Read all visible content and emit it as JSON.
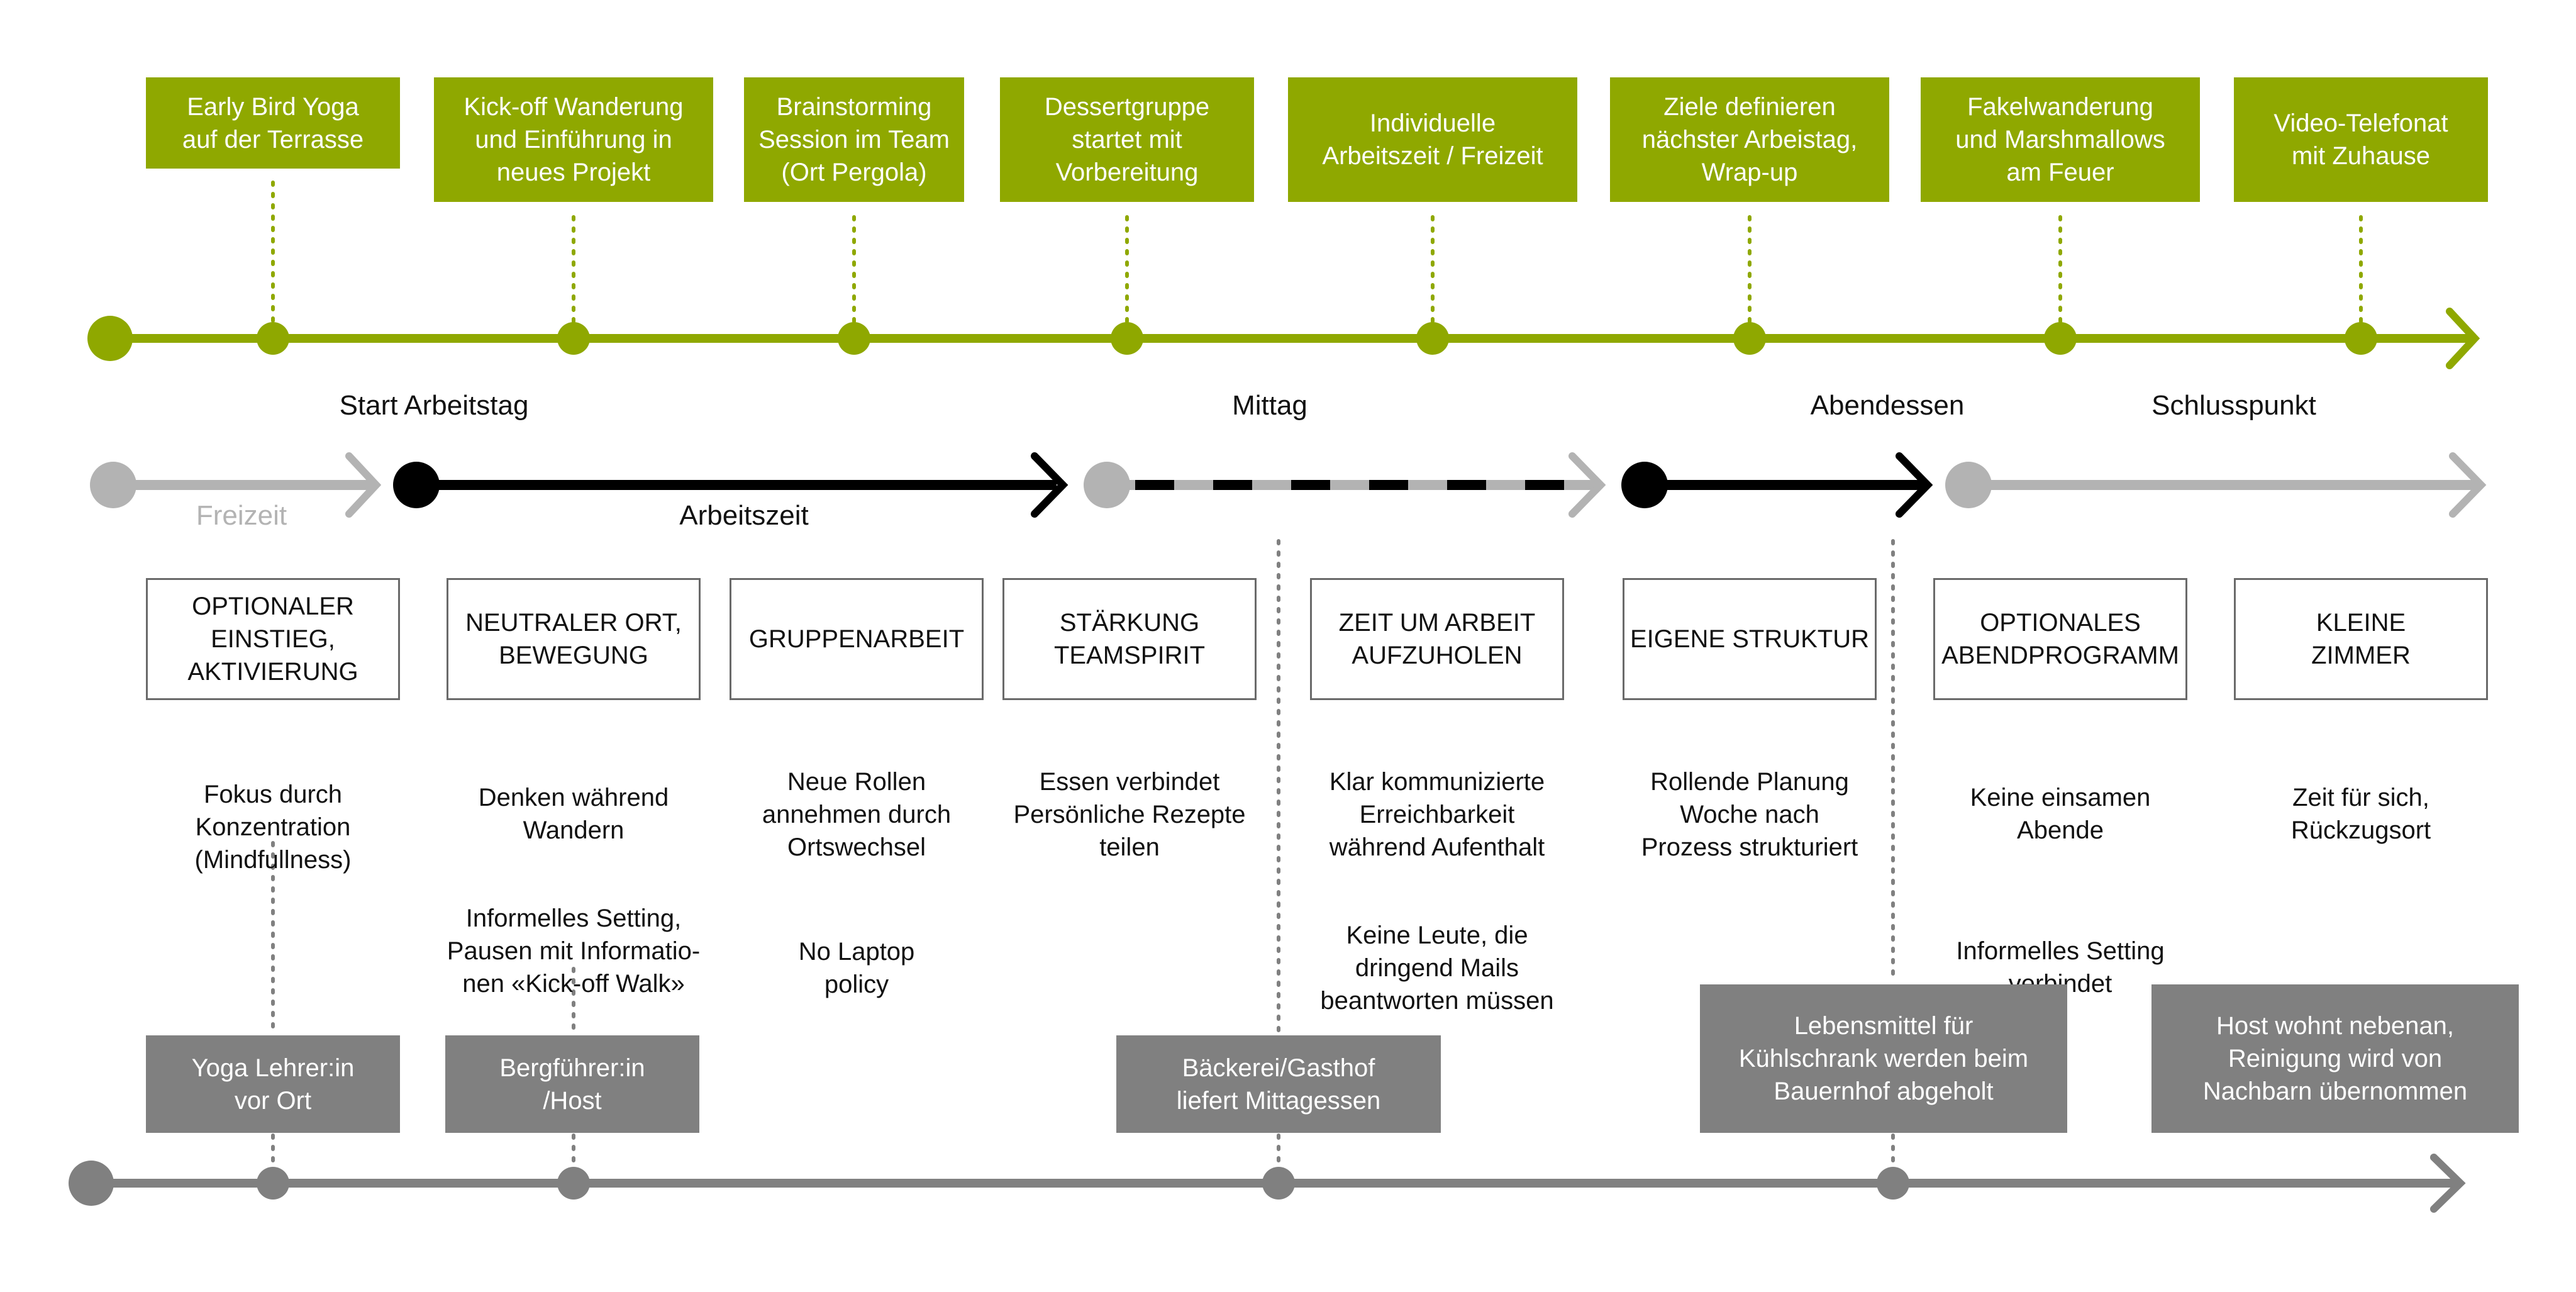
{
  "colors": {
    "green": "#8fa800",
    "black": "#000000",
    "light_gray": "#b3b3b3",
    "dark_gray": "#808080"
  },
  "activities": [
    {
      "text": "Early Bird Yoga\nauf der Terrasse"
    },
    {
      "text": "Kick-off Wanderung\nund Einführung in\nneues Projekt"
    },
    {
      "text": "Brainstorming\nSession im Team\n(Ort Pergola)"
    },
    {
      "text": "Dessertgruppe\nstartet mit\nVorbereitung"
    },
    {
      "text": "Individuelle\nArbeitszeit / Freizeit"
    },
    {
      "text": "Ziele definieren\nnächster Arbeistag,\nWrap-up"
    },
    {
      "text": "Fakelwanderung\nund Marshmallows\nam Feuer"
    },
    {
      "text": "Video-Telefonat\nmit Zuhause"
    }
  ],
  "milestones": [
    {
      "label": "Start Arbeitstag"
    },
    {
      "label": "Mittag"
    },
    {
      "label": "Abendessen"
    },
    {
      "label": "Schlusspunkt"
    }
  ],
  "phases": [
    {
      "label": "Freizeit",
      "style": "light_gray"
    },
    {
      "label": "Arbeitszeit",
      "style": "black"
    },
    {
      "label": "",
      "style": "dashed"
    },
    {
      "label": "",
      "style": "black"
    },
    {
      "label": "",
      "style": "light_gray"
    }
  ],
  "principles": [
    {
      "title": "OPTIONALER\nEINSTIEG,\nAKTIVIERUNG",
      "notes": [
        "Fokus durch\nKonzentration\n(Mindfullness)"
      ]
    },
    {
      "title": "NEUTRALER ORT,\nBEWEGUNG",
      "notes": [
        "Denken während\nWandern",
        "Informelles Setting,\nPausen mit Informatio-\nnen «Kick-off Walk»"
      ]
    },
    {
      "title": "GRUPPENARBEIT",
      "notes": [
        "Neue Rollen\nannehmen durch\nOrtswechsel",
        "No Laptop\npolicy"
      ]
    },
    {
      "title": "STÄRKUNG\nTEAMSPIRIT",
      "notes": [
        "Essen verbindet\nPersönliche Rezepte\nteilen"
      ]
    },
    {
      "title": "ZEIT UM ARBEIT\nAUFZUHOLEN",
      "notes": [
        "Klar kommunizierte\nErreichbarkeit\nwährend Aufenthalt",
        "Keine Leute, die\ndringend Mails\nbeantworten müssen"
      ]
    },
    {
      "title": "EIGENE STRUKTUR",
      "notes": [
        "Rollende Planung\nWoche nach\nProzess strukturiert"
      ]
    },
    {
      "title": "OPTIONALES\nABENDPROGRAMM",
      "notes": [
        "Keine einsamen\nAbende",
        "Informelles Setting\nverbindet"
      ]
    },
    {
      "title": "KLEINE\nZIMMER",
      "notes": [
        "Zeit für sich,\nRückzugsort"
      ]
    }
  ],
  "services": [
    {
      "text": "Yoga Lehrer:in\nvor Ort"
    },
    {
      "text": "Bergführer:in\n/Host"
    },
    {
      "text": "Bäckerei/Gasthof\nliefert Mittagessen"
    },
    {
      "text": "Lebensmittel für\nKühlschrank werden beim\nBauernhof abgeholt"
    },
    {
      "text": "Host wohnt nebenan,\nReinigung wird von\nNachbarn übernommen"
    }
  ]
}
